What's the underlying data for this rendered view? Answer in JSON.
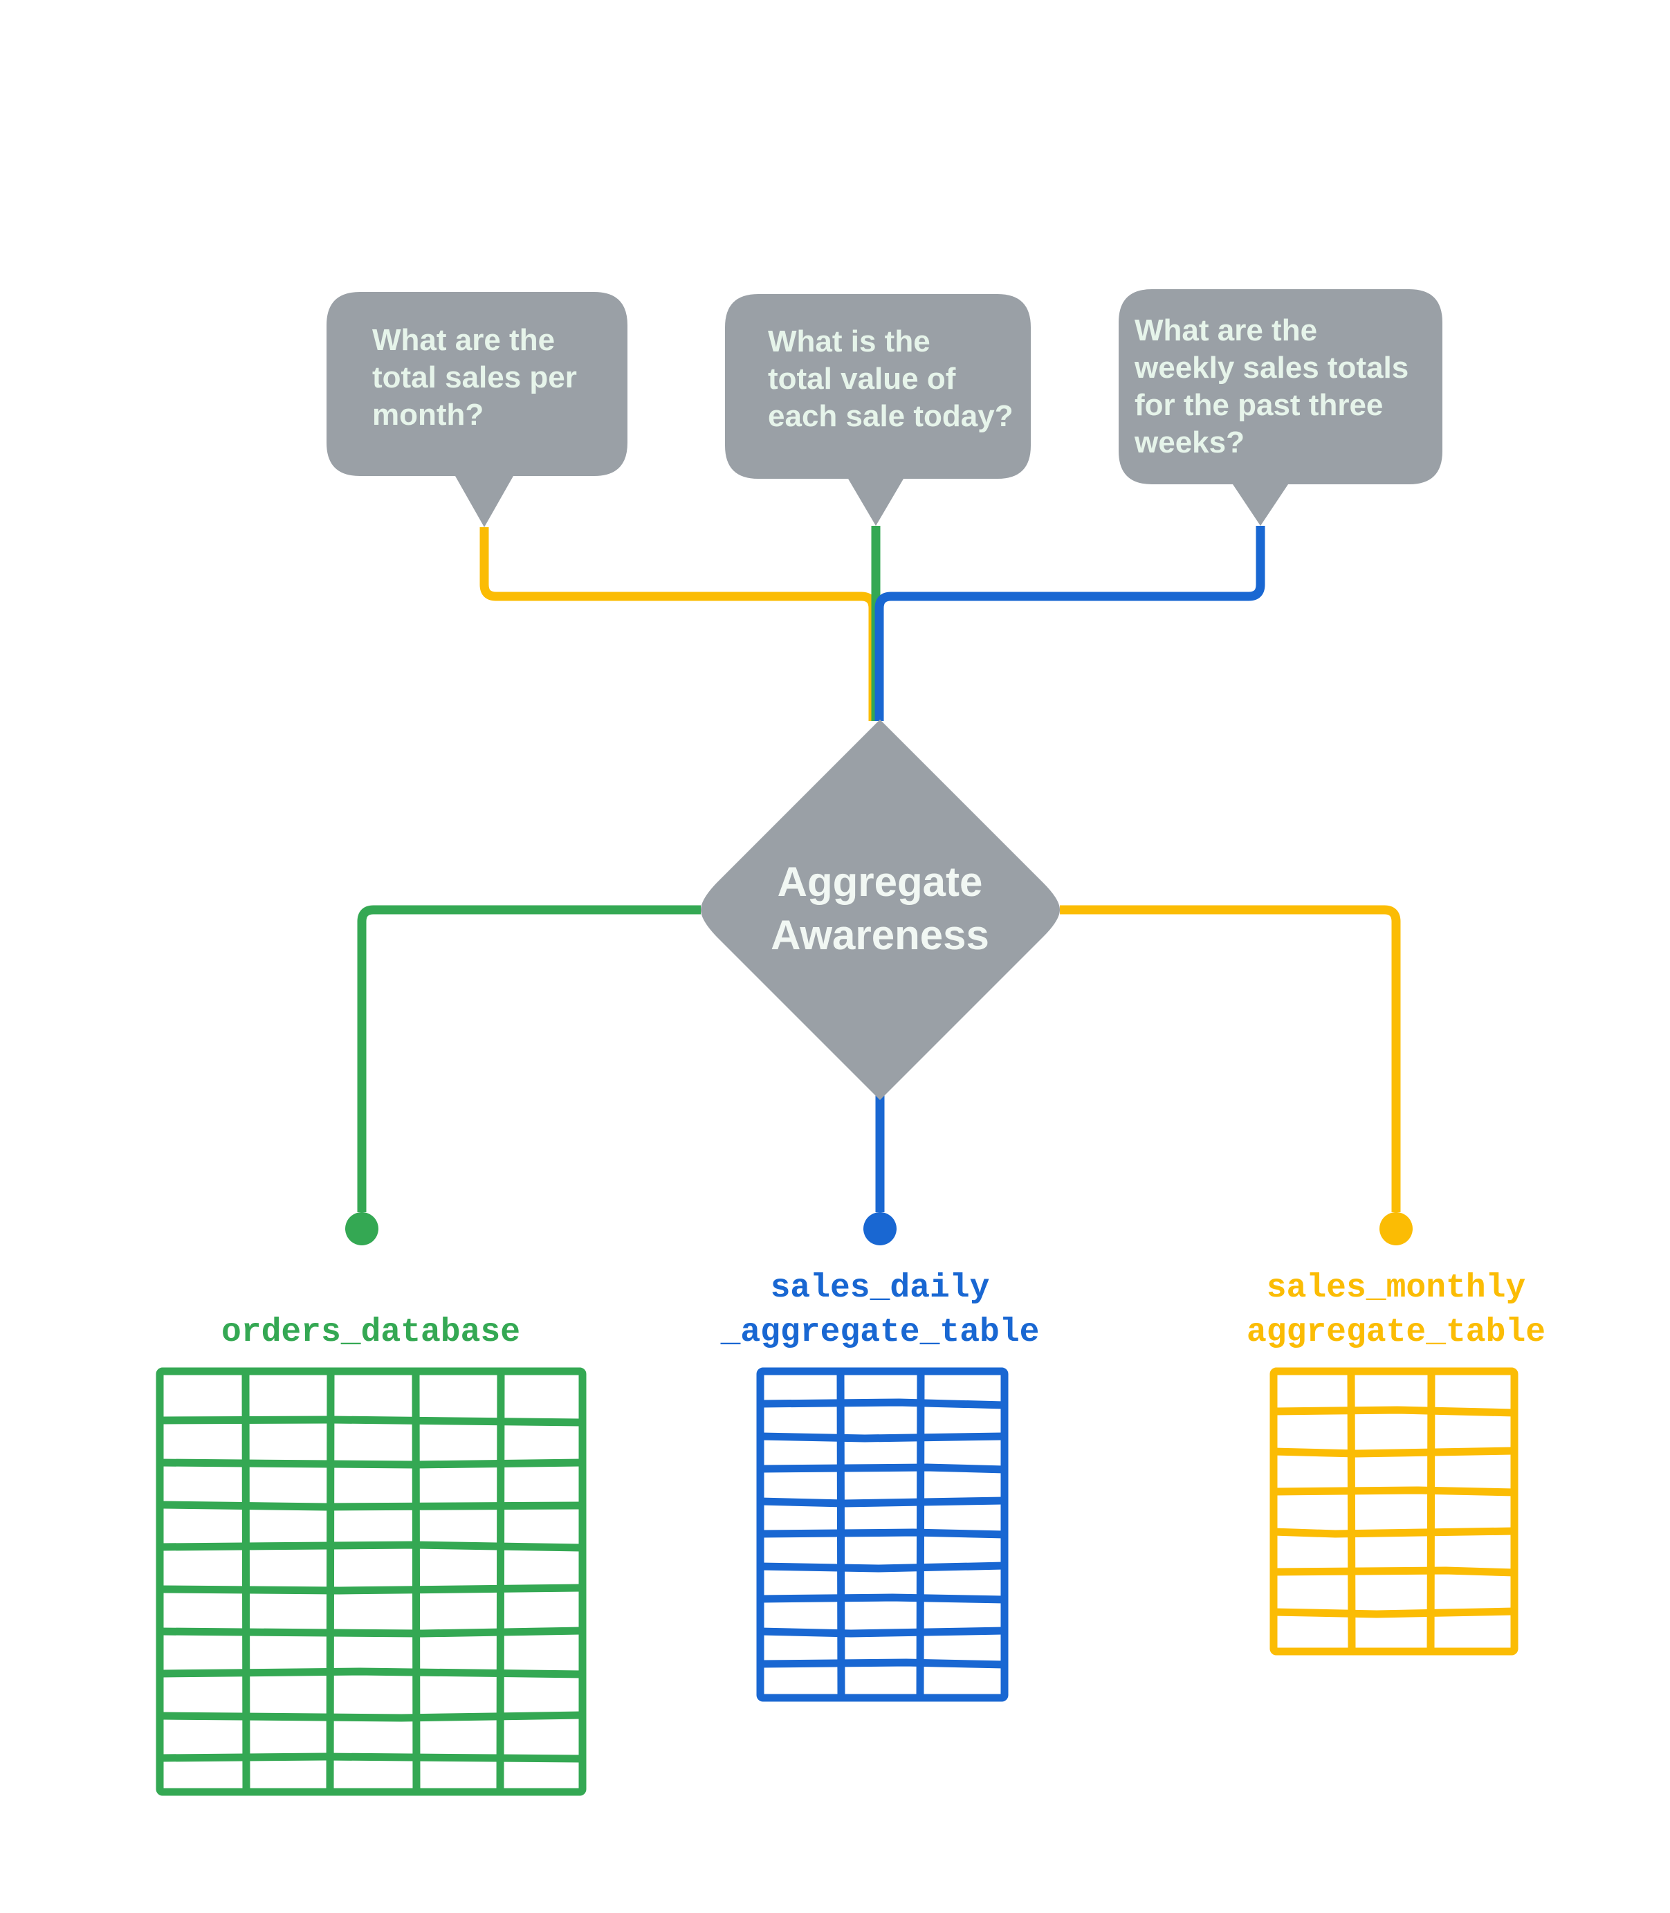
{
  "diagram": {
    "title": "Aggregate Awareness",
    "colors": {
      "gray": "#9AA0A6",
      "bubble_text": "#E6F4EA",
      "green": "#34A853",
      "blue": "#1967D2",
      "amber": "#FBBC04",
      "background": "#FFFFFF"
    },
    "questions": [
      {
        "id": "q-monthly",
        "color": "#FBBC04",
        "lines": [
          "What are the",
          "total sales per",
          "month?"
        ],
        "text": "What are the total sales per month?"
      },
      {
        "id": "q-daily",
        "color": "#34A853",
        "lines": [
          "What is the",
          "total value of",
          "each sale today?"
        ],
        "text": "What is the total value of each sale today?"
      },
      {
        "id": "q-weekly",
        "color": "#1967D2",
        "lines": [
          "What are the",
          "weekly sales totals",
          "for the past three",
          "weeks?"
        ],
        "text": "What are the weekly sales totals for the past three weeks?"
      }
    ],
    "hub": {
      "label_lines": [
        "Aggregate",
        "Awareness"
      ],
      "label": "Aggregate Awareness"
    },
    "sources": [
      {
        "id": "orders-database",
        "color": "#34A853",
        "lines": [
          "orders_database"
        ],
        "label": "orders_database",
        "columns": 5,
        "rows": 10
      },
      {
        "id": "sales-daily-aggregate-table",
        "color": "#1967D2",
        "lines": [
          "sales_daily",
          "_aggregate_table"
        ],
        "label": "sales_daily_aggregate_table",
        "columns": 3,
        "rows": 10
      },
      {
        "id": "sales-monthly-aggregate-table",
        "color": "#FBBC04",
        "lines": [
          "sales_monthly",
          "aggregate_table"
        ],
        "label": "sales_monthly_aggregate_table",
        "columns": 3,
        "rows": 7
      }
    ]
  }
}
